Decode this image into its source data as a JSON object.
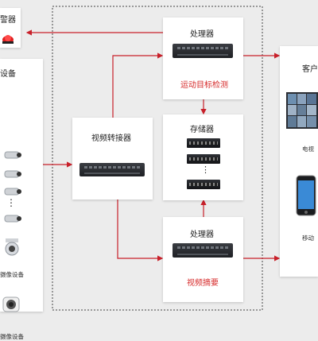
{
  "alarm": {
    "label": "警器",
    "color": "#e02020"
  },
  "camera_panel": {
    "title": "设备",
    "dots": "⋮",
    "dome_label": "摄像设备",
    "ptz_label": "摄像设备"
  },
  "converter": {
    "title": "视频转接器"
  },
  "processor_top": {
    "title": "处理器",
    "function": "运动目标检测"
  },
  "storage": {
    "title": "存储器",
    "dots": "⋮"
  },
  "processor_bottom": {
    "title": "处理器",
    "function": "视频摘要"
  },
  "client_panel": {
    "title": "客户",
    "tv_label": "电视",
    "mobile_label": "移动"
  },
  "colors": {
    "arrow": "#c8202a",
    "accent_text": "#d62a2a",
    "dashed": "#444444"
  }
}
